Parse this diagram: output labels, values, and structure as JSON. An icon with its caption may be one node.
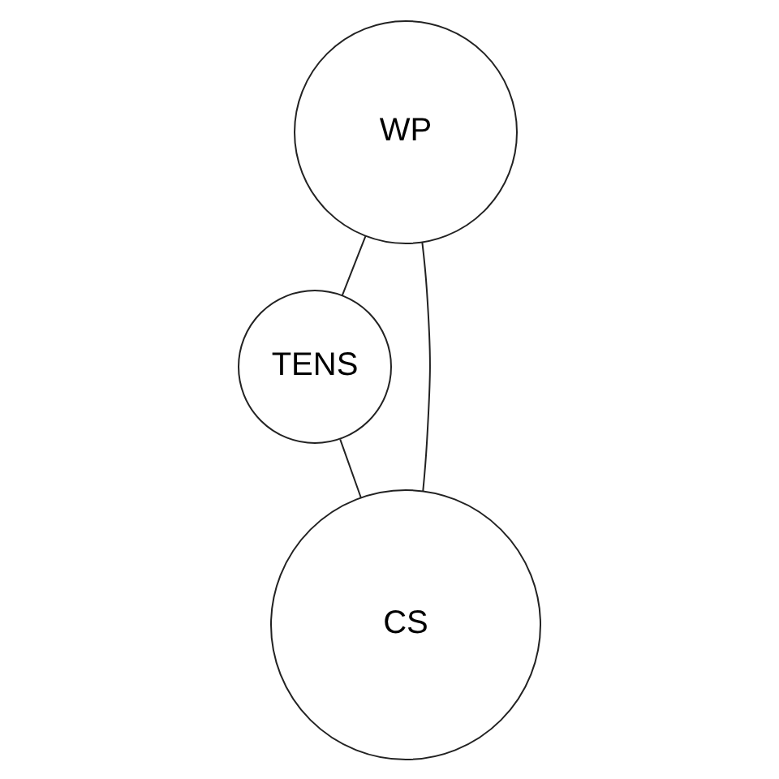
{
  "diagram": {
    "nodes": [
      {
        "text": [
          "WP"
        ]
      },
      {
        "text": [
          "TENS"
        ]
      },
      {
        "text": [
          "CS"
        ]
      }
    ],
    "edges": [
      {
        "from": 0,
        "to": 1,
        "arrow": "none"
      },
      {
        "from": 1,
        "to": 2,
        "arrow": "none"
      },
      {
        "from": 2,
        "to": 0,
        "arrow": "none"
      }
    ]
  }
}
